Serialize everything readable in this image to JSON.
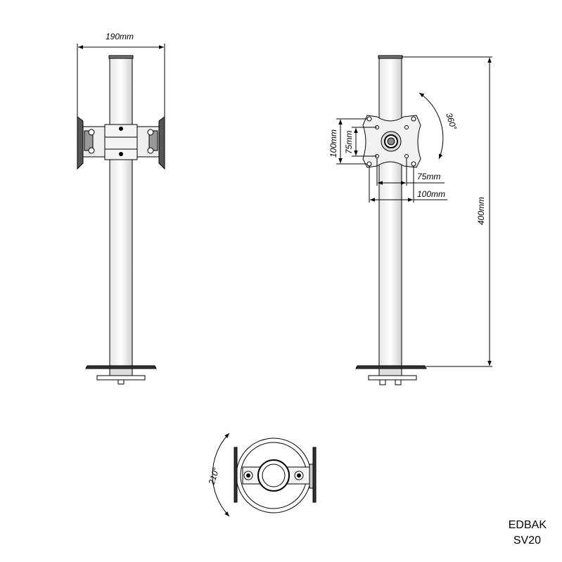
{
  "dimensions": {
    "width": "190mm",
    "height": "400mm",
    "vesa_h_small": "75mm",
    "vesa_h_large": "100mm",
    "vesa_v_small": "75mm",
    "vesa_v_large": "100mm",
    "rotation": "360°",
    "swivel": "210°"
  },
  "product": {
    "brand": "EDBAK",
    "model": "SV20"
  }
}
